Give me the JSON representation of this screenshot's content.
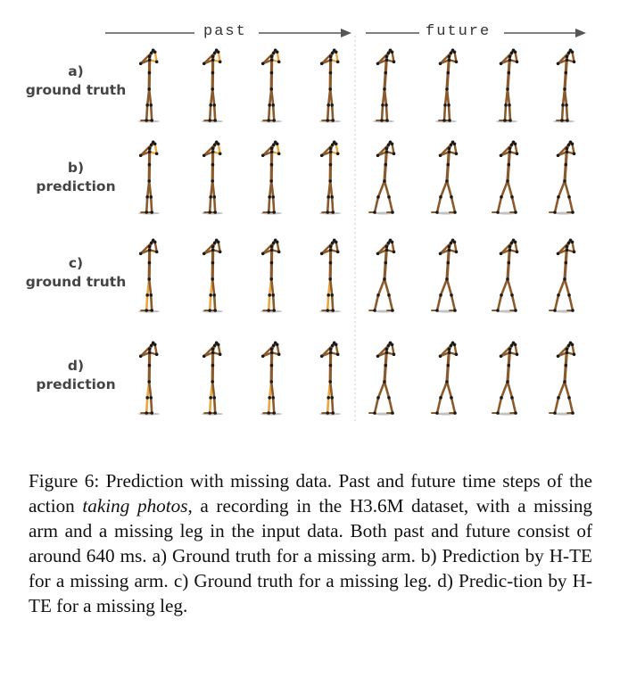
{
  "figure": {
    "header": {
      "past": "past",
      "future": "future"
    },
    "rows": [
      {
        "letter": "a)",
        "text": "ground truth",
        "missing": "arm",
        "kind": "gt"
      },
      {
        "letter": "b)",
        "text": "prediction",
        "missing": "arm",
        "kind": "pred"
      },
      {
        "letter": "c)",
        "text": "ground truth",
        "missing": "leg",
        "kind": "gt"
      },
      {
        "letter": "d)",
        "text": "prediction",
        "missing": "leg",
        "kind": "pred"
      }
    ],
    "frames_past": 4,
    "frames_future": 4,
    "colors": {
      "bone": "#8b5a2b",
      "joint": "#1a1a1a",
      "missing": "#e8a640",
      "shadow": "#9a9a9a",
      "arrow": "#555555",
      "divider": "#c8c8c8"
    }
  },
  "caption": {
    "label": "Figure 6:",
    "part1": "Prediction with missing data. Past and future time steps of the action",
    "action": "taking photos",
    "part2": ", a recording in the H3.6M dataset, with a missing arm and a missing leg in the input data.  Both past and future consist of around 640 ms.  a) Ground truth for a missing arm.  b) Prediction by H-TE for a missing arm.  c) Ground truth for a missing leg.  d) Predic-­tion by H-TE for a missing leg."
  }
}
